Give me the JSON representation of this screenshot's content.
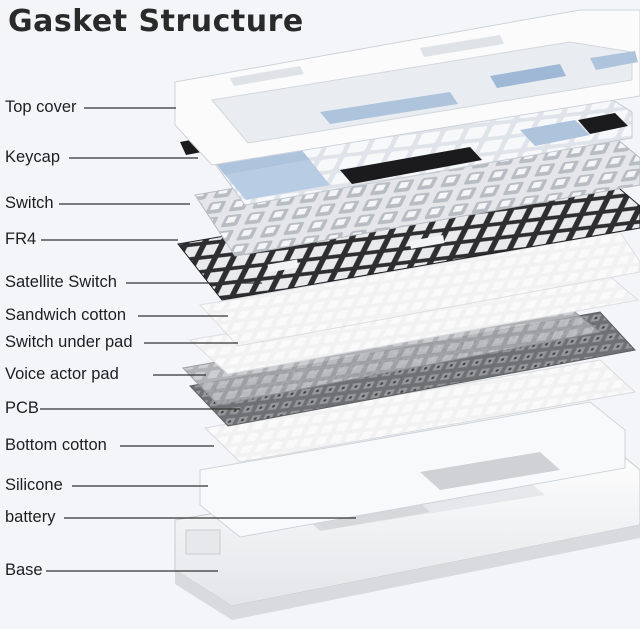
{
  "title": "Gasket Structure",
  "layers": [
    {
      "label": "Top cover"
    },
    {
      "label": "Keycap"
    },
    {
      "label": "Switch"
    },
    {
      "label": "FR4"
    },
    {
      "label": "Satellite Switch"
    },
    {
      "label": "Sandwich cotton"
    },
    {
      "label": "Switch under pad"
    },
    {
      "label": "Voice actor pad"
    },
    {
      "label": "PCB"
    },
    {
      "label": "Bottom cotton"
    },
    {
      "label": "Silicone"
    },
    {
      "label": "battery"
    },
    {
      "label": "Base"
    }
  ],
  "colors": {
    "background": "#f3f5f8",
    "cover": "#fbfbfc",
    "keycap_blue": "#aec4dd",
    "keycap_black": "#1b1b1d",
    "switch_gray": "#c9ccd1",
    "fr4": "#2e2e30",
    "cotton": "#eeeeef",
    "pcb": "#78797c",
    "battery": "#c6c7c9",
    "leader": "#333333"
  }
}
